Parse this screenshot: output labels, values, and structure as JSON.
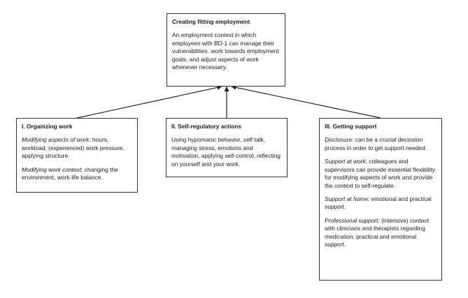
{
  "top_box": {
    "title": "Creating fitting employment",
    "text": "An employment context in which employees with BD-1 can manage their vulnerabilities, work towards employment goals, and adjust aspects of work whenever necessary."
  },
  "left_box": {
    "title": "I. Organizing work",
    "items": [
      {
        "lead": "Modifying aspects of work:",
        "text": " hours, workload, (experienced) work pressure, applying structure."
      },
      {
        "lead": "Modifying work context:",
        "text": " changing the environment, work-life balance."
      }
    ]
  },
  "middle_box": {
    "title": "II. Self-regulatory actions",
    "text": "Using hypomanic behavior, self-talk, managing stress, emotions and motivation, applying self-control, reflecting on yourself and your work."
  },
  "right_box": {
    "title": "III. Getting support",
    "items": [
      {
        "lead": "Disclosure:",
        "text": " can be a crucial deciosion process in order to get support needed."
      },
      {
        "lead": "Support at work:",
        "text": " colleagues and supervisors can provide essential flexibility for modifying aspects of work and provide the context to self-regulate."
      },
      {
        "lead": "Support at home:",
        "text": " emotional and practical support."
      },
      {
        "lead": "Professional support:",
        "text": " (intensive) contact with clinicians and therapists regarding medication, practical and emotional support."
      }
    ]
  },
  "colors": {
    "border": "#333333",
    "arrow": "#222222",
    "text": "#1a1a1a"
  }
}
